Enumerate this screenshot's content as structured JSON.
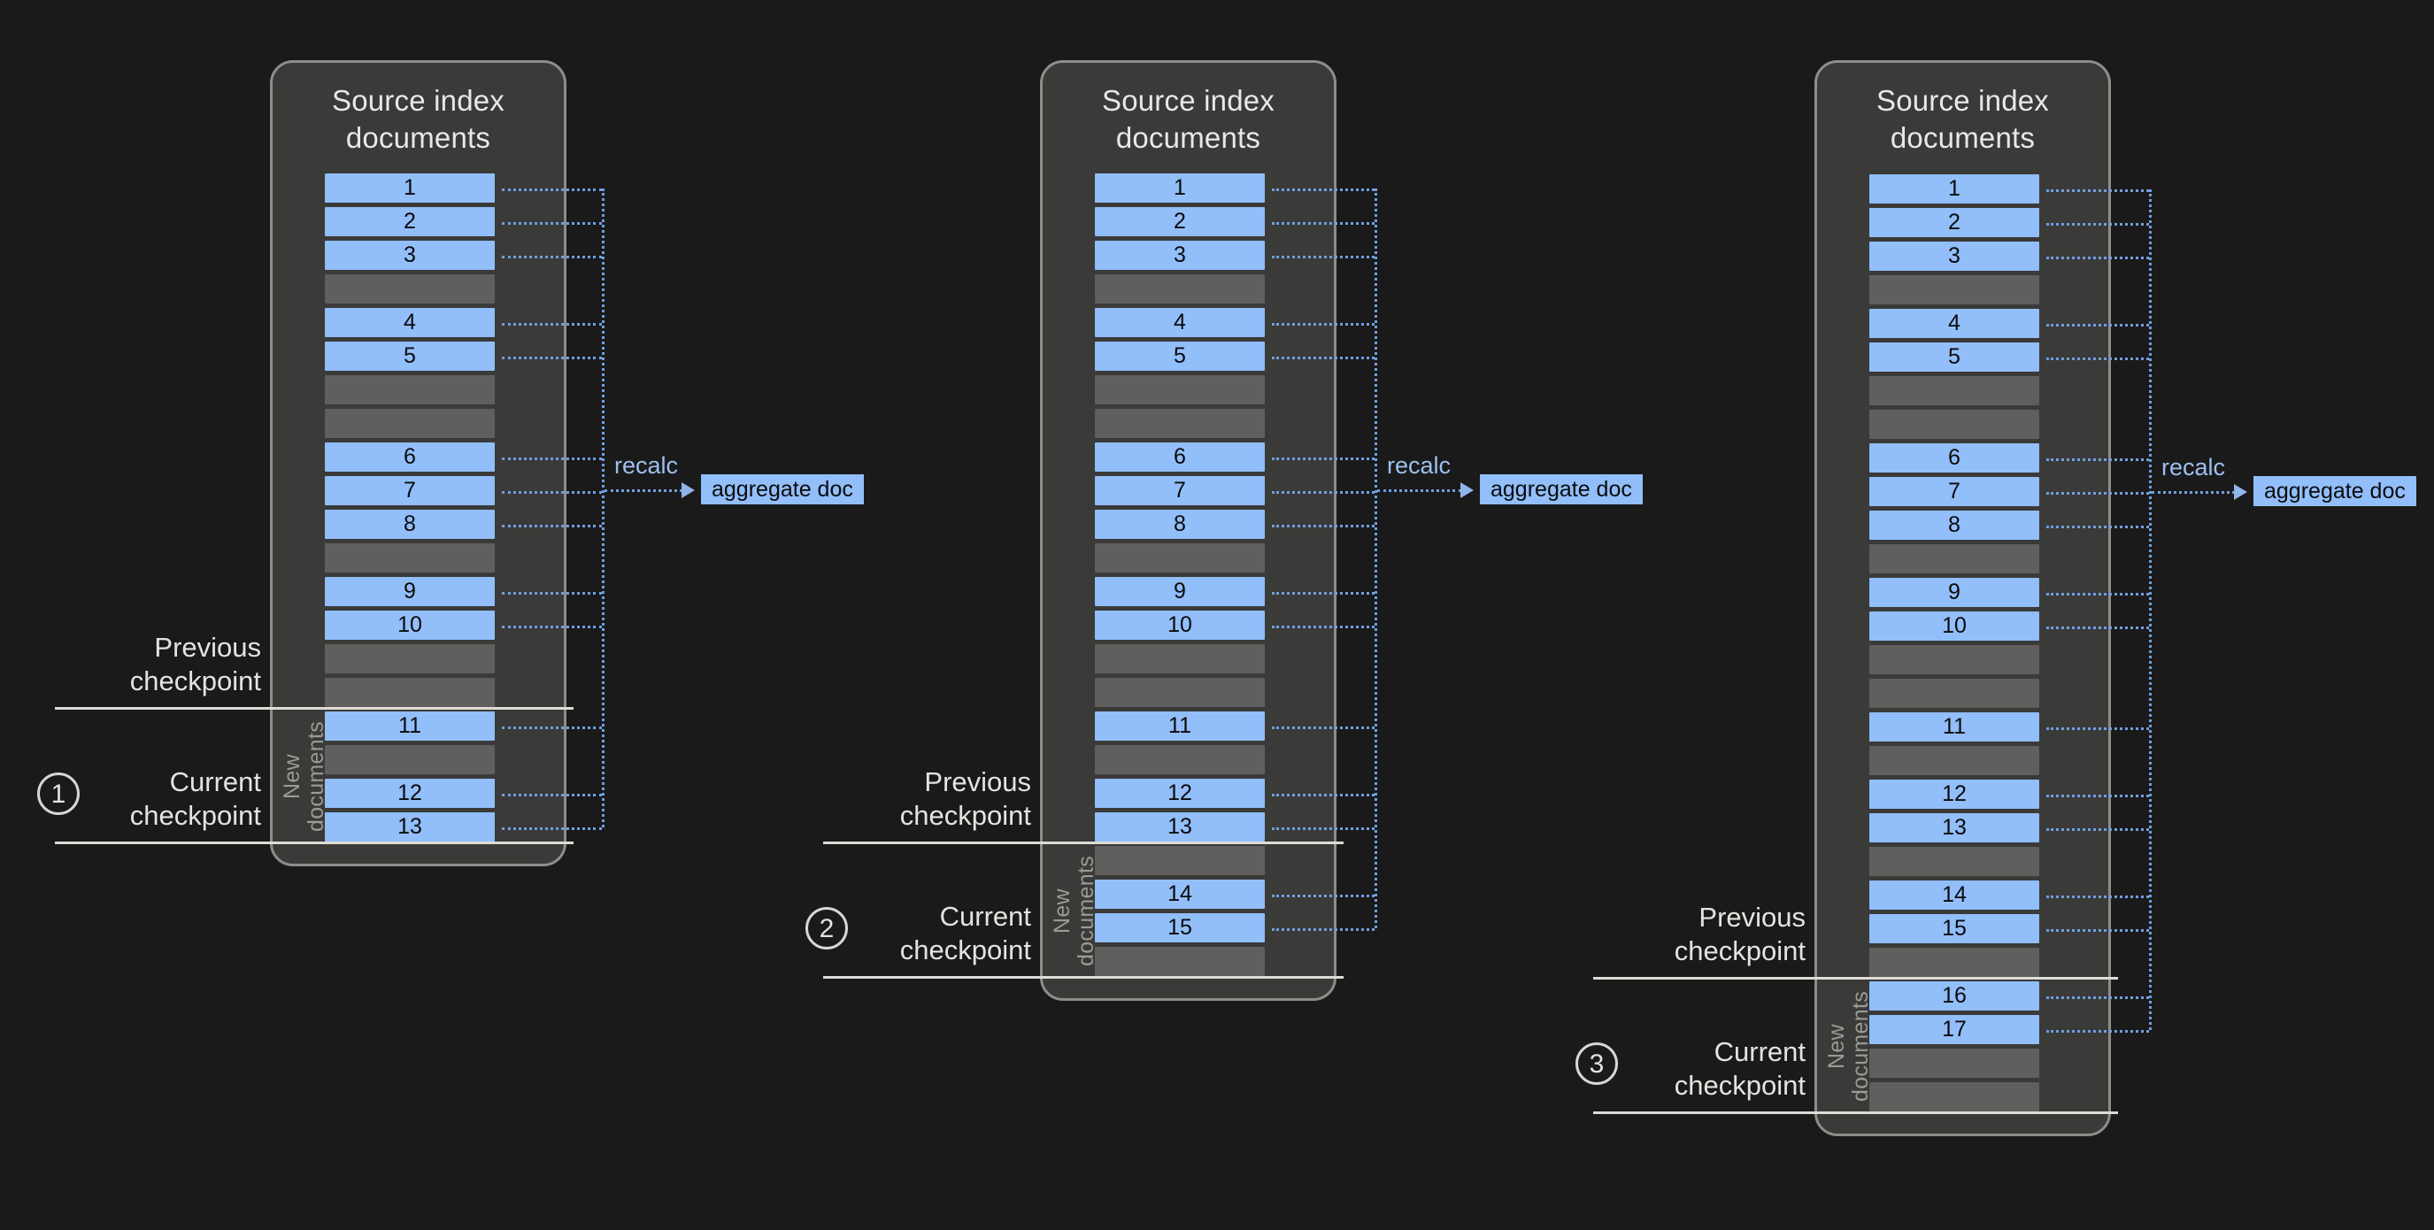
{
  "diagram": {
    "title": "Elasticsearch transform checkpoint progression",
    "colors": {
      "background": "#1a1a1a",
      "panel_fill": "#3a3a38",
      "panel_border": "#8d8d8a",
      "doc_blue": "#92befa",
      "gap_gray": "#605f5d",
      "connector_blue": "#6f9fe0",
      "rule_white": "#dedcd6",
      "text_light": "#e4e3df",
      "text_muted": "#9a9a97"
    },
    "labels": {
      "panel_title": "Source index\ndocuments",
      "new_documents": "New\ndocuments",
      "previous_checkpoint": "Previous\ncheckpoint",
      "current_checkpoint": "Current\ncheckpoint",
      "recalc": "recalc",
      "aggregate_doc": "aggregate doc"
    },
    "stages": [
      {
        "step": "1",
        "panel_title": "Source index\ndocuments",
        "rows": [
          {
            "type": "doc",
            "label": "1"
          },
          {
            "type": "doc",
            "label": "2"
          },
          {
            "type": "doc",
            "label": "3"
          },
          {
            "type": "gap",
            "label": ""
          },
          {
            "type": "doc",
            "label": "4"
          },
          {
            "type": "doc",
            "label": "5"
          },
          {
            "type": "gap",
            "label": ""
          },
          {
            "type": "gap",
            "label": ""
          },
          {
            "type": "doc",
            "label": "6"
          },
          {
            "type": "doc",
            "label": "7"
          },
          {
            "type": "doc",
            "label": "8"
          },
          {
            "type": "gap",
            "label": ""
          },
          {
            "type": "doc",
            "label": "9"
          },
          {
            "type": "doc",
            "label": "10"
          },
          {
            "type": "gap",
            "label": ""
          },
          {
            "type": "gap",
            "label": ""
          },
          {
            "type": "doc",
            "label": "11"
          },
          {
            "type": "gap",
            "label": ""
          },
          {
            "type": "doc",
            "label": "12"
          },
          {
            "type": "doc",
            "label": "13"
          }
        ],
        "previous_checkpoint_after_row": 15,
        "current_checkpoint_after_row": 19,
        "new_documents_from_row": 16,
        "recalc": "recalc",
        "aggregate_doc": "aggregate doc",
        "previous_checkpoint_label": "Previous\ncheckpoint",
        "current_checkpoint_label": "Current\ncheckpoint",
        "new_documents_label": "New\ndocuments"
      },
      {
        "step": "2",
        "panel_title": "Source index\ndocuments",
        "rows": [
          {
            "type": "doc",
            "label": "1"
          },
          {
            "type": "doc",
            "label": "2"
          },
          {
            "type": "doc",
            "label": "3"
          },
          {
            "type": "gap",
            "label": ""
          },
          {
            "type": "doc",
            "label": "4"
          },
          {
            "type": "doc",
            "label": "5"
          },
          {
            "type": "gap",
            "label": ""
          },
          {
            "type": "gap",
            "label": ""
          },
          {
            "type": "doc",
            "label": "6"
          },
          {
            "type": "doc",
            "label": "7"
          },
          {
            "type": "doc",
            "label": "8"
          },
          {
            "type": "gap",
            "label": ""
          },
          {
            "type": "doc",
            "label": "9"
          },
          {
            "type": "doc",
            "label": "10"
          },
          {
            "type": "gap",
            "label": ""
          },
          {
            "type": "gap",
            "label": ""
          },
          {
            "type": "doc",
            "label": "11"
          },
          {
            "type": "gap",
            "label": ""
          },
          {
            "type": "doc",
            "label": "12"
          },
          {
            "type": "doc",
            "label": "13"
          },
          {
            "type": "gap",
            "label": ""
          },
          {
            "type": "doc",
            "label": "14"
          },
          {
            "type": "doc",
            "label": "15"
          },
          {
            "type": "gap",
            "label": ""
          }
        ],
        "previous_checkpoint_after_row": 19,
        "current_checkpoint_after_row": 23,
        "new_documents_from_row": 20,
        "recalc": "recalc",
        "aggregate_doc": "aggregate doc",
        "previous_checkpoint_label": "Previous\ncheckpoint",
        "current_checkpoint_label": "Current\ncheckpoint",
        "new_documents_label": "New\ndocuments"
      },
      {
        "step": "3",
        "panel_title": "Source index\ndocuments",
        "rows": [
          {
            "type": "doc",
            "label": "1"
          },
          {
            "type": "doc",
            "label": "2"
          },
          {
            "type": "doc",
            "label": "3"
          },
          {
            "type": "gap",
            "label": ""
          },
          {
            "type": "doc",
            "label": "4"
          },
          {
            "type": "doc",
            "label": "5"
          },
          {
            "type": "gap",
            "label": ""
          },
          {
            "type": "gap",
            "label": ""
          },
          {
            "type": "doc",
            "label": "6"
          },
          {
            "type": "doc",
            "label": "7"
          },
          {
            "type": "doc",
            "label": "8"
          },
          {
            "type": "gap",
            "label": ""
          },
          {
            "type": "doc",
            "label": "9"
          },
          {
            "type": "doc",
            "label": "10"
          },
          {
            "type": "gap",
            "label": ""
          },
          {
            "type": "gap",
            "label": ""
          },
          {
            "type": "doc",
            "label": "11"
          },
          {
            "type": "gap",
            "label": ""
          },
          {
            "type": "doc",
            "label": "12"
          },
          {
            "type": "doc",
            "label": "13"
          },
          {
            "type": "gap",
            "label": ""
          },
          {
            "type": "doc",
            "label": "14"
          },
          {
            "type": "doc",
            "label": "15"
          },
          {
            "type": "gap",
            "label": ""
          },
          {
            "type": "doc",
            "label": "16"
          },
          {
            "type": "doc",
            "label": "17"
          },
          {
            "type": "gap",
            "label": ""
          },
          {
            "type": "gap",
            "label": ""
          }
        ],
        "previous_checkpoint_after_row": 23,
        "current_checkpoint_after_row": 27,
        "new_documents_from_row": 24,
        "recalc": "recalc",
        "aggregate_doc": "aggregate doc",
        "previous_checkpoint_label": "Previous\ncheckpoint",
        "current_checkpoint_label": "Current\ncheckpoint",
        "new_documents_label": "New\ndocuments"
      }
    ]
  }
}
